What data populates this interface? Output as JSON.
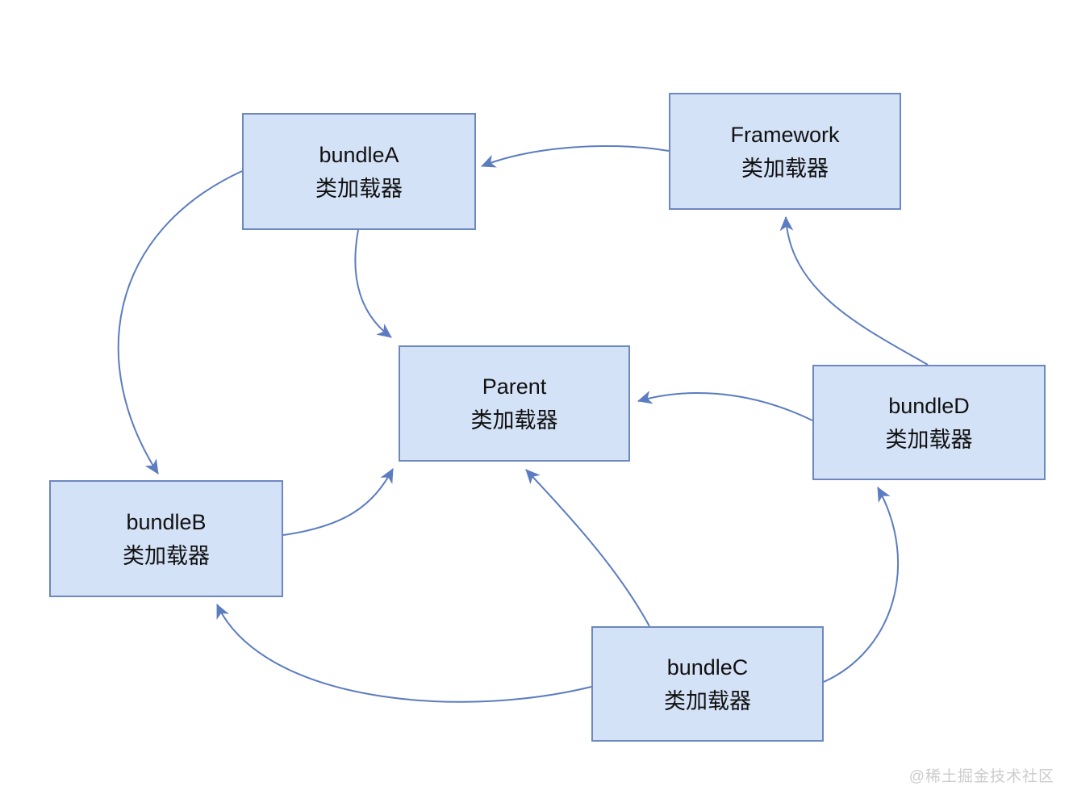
{
  "diagram": {
    "nodes": [
      {
        "id": "bundleA",
        "title": "bundleA",
        "subtitle": "类加载器"
      },
      {
        "id": "framework",
        "title": "Framework",
        "subtitle": "类加载器"
      },
      {
        "id": "parent",
        "title": "Parent",
        "subtitle": "类加载器"
      },
      {
        "id": "bundleD",
        "title": "bundleD",
        "subtitle": "类加载器"
      },
      {
        "id": "bundleB",
        "title": "bundleB",
        "subtitle": "类加载器"
      },
      {
        "id": "bundleC",
        "title": "bundleC",
        "subtitle": "类加载器"
      }
    ],
    "edges": [
      {
        "from": "Framework 类加载器",
        "to": "bundleA 类加载器"
      },
      {
        "from": "bundleA 类加载器",
        "to": "Parent 类加载器"
      },
      {
        "from": "bundleA 类加载器",
        "to": "bundleB 类加载器"
      },
      {
        "from": "bundleB 类加载器",
        "to": "Parent 类加载器"
      },
      {
        "from": "bundleD 类加载器",
        "to": "Parent 类加载器"
      },
      {
        "from": "bundleD 类加载器",
        "to": "Framework 类加载器"
      },
      {
        "from": "bundleC 类加载器",
        "to": "Parent 类加载器"
      },
      {
        "from": "bundleC 类加载器",
        "to": "bundleB 类加载器"
      },
      {
        "from": "bundleC 类加载器",
        "to": "bundleD 类加载器"
      }
    ],
    "colors": {
      "node_fill": "#d4e2f7",
      "node_border": "#6d87bf",
      "edge": "#5b7cc0",
      "text": "#111111",
      "watermark": "#cccccc"
    }
  },
  "watermark": {
    "text": "@稀土掘金技术社区"
  }
}
